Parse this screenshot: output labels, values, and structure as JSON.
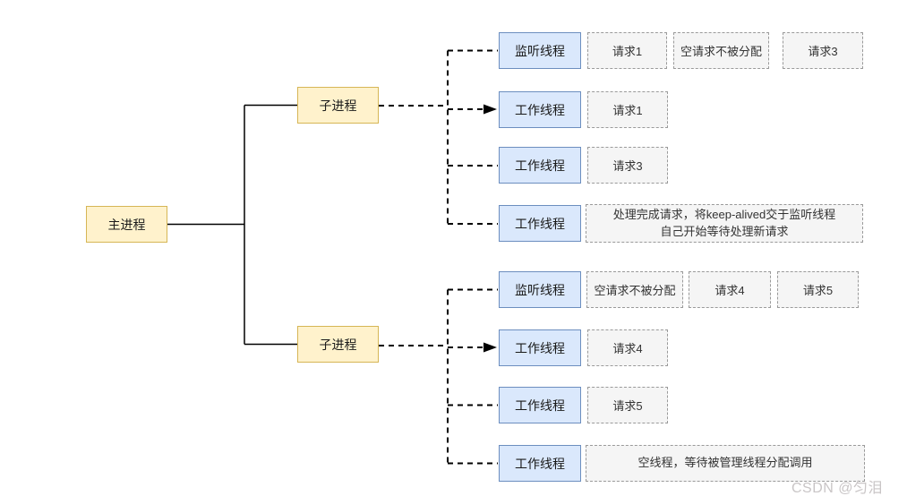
{
  "diagram": {
    "main": {
      "label": "主进程"
    },
    "groups": [
      {
        "child": {
          "label": "子进程"
        },
        "rows": [
          {
            "thread": "监听线程",
            "requests": [
              "请求1",
              "空请求不被分配",
              "请求3"
            ]
          },
          {
            "thread": "工作线程",
            "requests": [
              "请求1"
            ]
          },
          {
            "thread": "工作线程",
            "requests": [
              "请求3"
            ]
          },
          {
            "thread": "工作线程",
            "note": [
              "处理完成请求，将keep-alived交于监听线程",
              "自己开始等待处理新请求"
            ]
          }
        ]
      },
      {
        "child": {
          "label": "子进程"
        },
        "rows": [
          {
            "thread": "监听线程",
            "requests": [
              "空请求不被分配",
              "请求4",
              "请求5"
            ]
          },
          {
            "thread": "工作线程",
            "requests": [
              "请求4"
            ]
          },
          {
            "thread": "工作线程",
            "requests": [
              "请求5"
            ]
          },
          {
            "thread": "工作线程",
            "note": [
              "空线程，等待被管理线程分配调用"
            ]
          }
        ]
      }
    ]
  },
  "watermark": {
    "text": "CSDN @匀泪"
  },
  "colors": {
    "process_fill": "#fff2cc",
    "process_border": "#d6b656",
    "thread_fill": "#dae8fc",
    "thread_border": "#6c8ebf",
    "request_fill": "#f5f5f5",
    "request_border": "#9a9a9a",
    "connector": "#000000",
    "watermark": "#c9c5c6"
  }
}
